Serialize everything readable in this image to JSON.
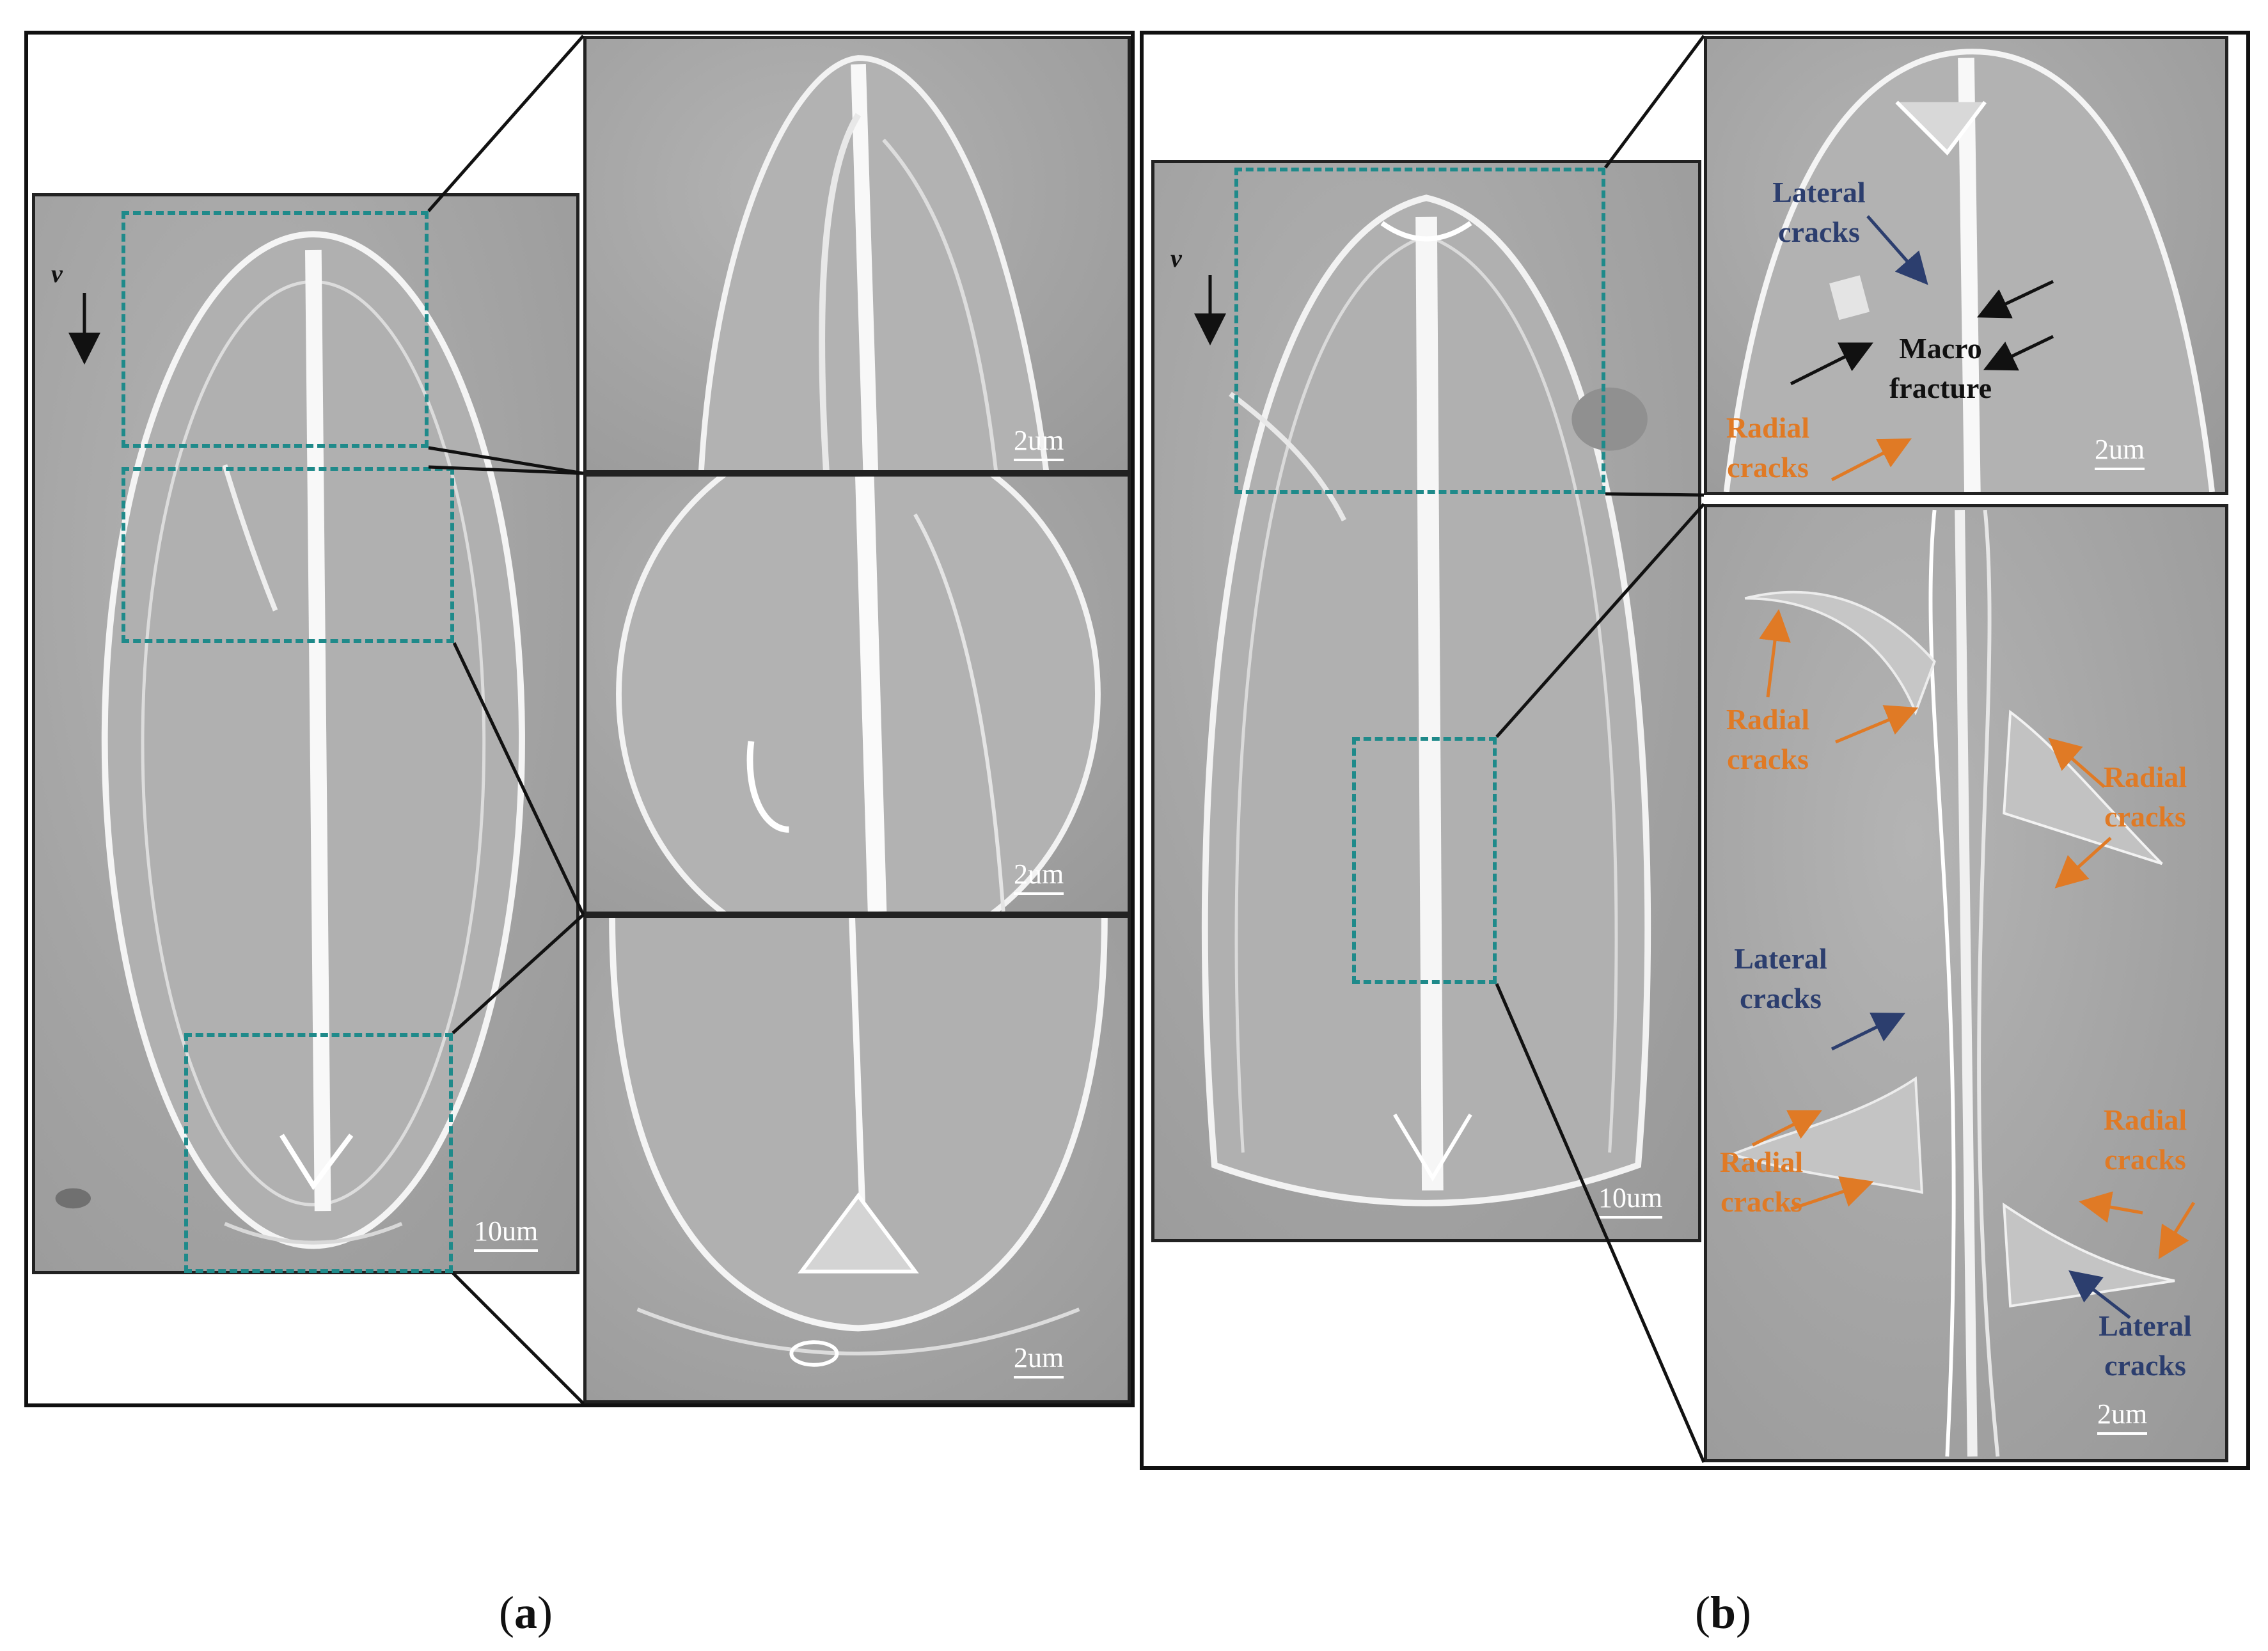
{
  "panel_a": {
    "caption_letter": "a",
    "velocity_label": "v",
    "overview_scale": "10um",
    "zoom_scales": [
      "2um",
      "2um",
      "2um"
    ]
  },
  "panel_b": {
    "caption_letter": "b",
    "velocity_label": "v",
    "overview_scale": "10um",
    "zoom_scales": [
      "2um",
      "2um"
    ],
    "annotations": {
      "lateral_top": "Lateral cracks",
      "macro": "Macro fracture",
      "radial_top": "Radial cracks",
      "radial_left1": "Radial cracks",
      "radial_right1": "Radial cracks",
      "lateral_mid": "Lateral cracks",
      "radial_left2": "Radial cracks",
      "radial_right2": "Radial cracks",
      "lateral_bottom": "Lateral cracks"
    }
  },
  "colors": {
    "radial": "#e07a25",
    "lateral": "#2c3e6e",
    "macro": "#111111",
    "dashed_box": "#1f8a8a"
  }
}
